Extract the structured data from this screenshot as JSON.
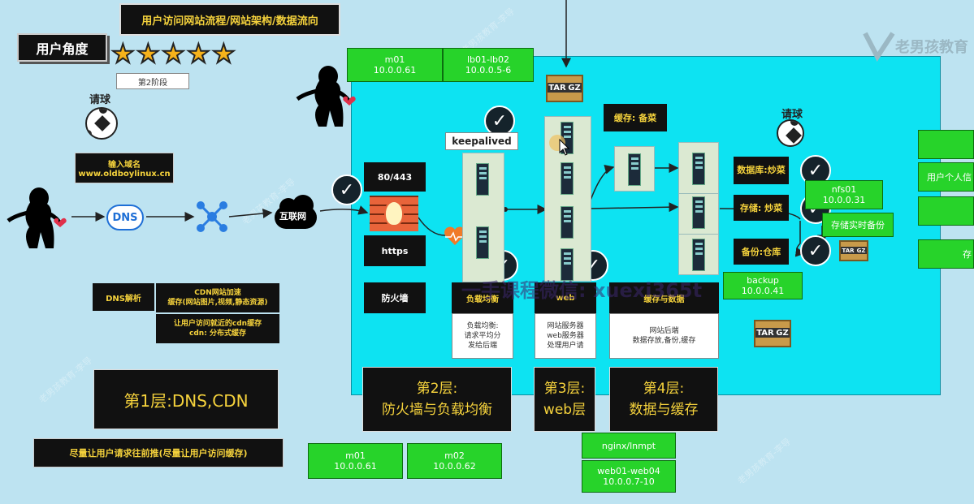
{
  "title": "用户访问网站流程/网站架构/数据流向",
  "user_perspective": "用户角度",
  "stage_label": "第2阶段",
  "rating_stars": 5,
  "request_ball_left": "请球",
  "request_ball_right": "请球",
  "input_domain": {
    "line1": "输入域名",
    "line2": "www.oldboylinux.cn"
  },
  "dns_icon_label": "DNS",
  "internet_label": "互联网",
  "port_label": "80/443",
  "https_label": "https",
  "firewall_label": "防火墙",
  "keepalived_label": "keepalived",
  "cache_label": "缓存: 备菜",
  "tar_icon": {
    "left": "TAR",
    "right": "GZ"
  },
  "top_boxes": [
    {
      "name": "m01",
      "ip": "10.0.0.61"
    },
    {
      "name": "lb01-lb02",
      "ip": "10.0.0.5-6"
    }
  ],
  "dns_notes": {
    "dns_resolve": "DNS解析",
    "cdn_line1": "CDN网站加速",
    "cdn_line2": "缓存(网站图片,视频,静态资源)",
    "cdn_line3": "让用户访问就近的cdn缓存",
    "cdn_line4": "cdn: 分布式缓存"
  },
  "layer_headers": {
    "lb": "负载均衡",
    "web": "web",
    "data": "缓存与数据"
  },
  "layer_desc": {
    "lb": [
      "负载均衡:",
      "请求平均分",
      "发给后端"
    ],
    "web": [
      "网站服务器",
      "web服务器",
      "处理用户请"
    ],
    "data": [
      "网站后端",
      "数据存放,备份,缓存"
    ]
  },
  "right_labels": {
    "db": "数据库:炒菜",
    "storage": "存储: 炒菜",
    "backup": "备份:仓库"
  },
  "nfs_box": {
    "name": "nfs01",
    "ip": "10.0.0.31"
  },
  "nfs_note": "存储实时备份",
  "backup_box": {
    "name": "backup",
    "ip": "10.0.0.41"
  },
  "right_edge": {
    "item2": "用户个人信",
    "item4": "存"
  },
  "layers": {
    "l1": "第1层:DNS,CDN",
    "l2_line1": "第2层:",
    "l2_line2": "防火墙与负载均衡",
    "l3_line1": "第3层:",
    "l3_line2": "web层",
    "l4_line1": "第4层:",
    "l4_line2": "数据与缓存"
  },
  "bottom_tip": "尽量让用户请求往前推(尽量让用户访问缓存)",
  "bottom_boxes": [
    {
      "name": "m01",
      "ip": "10.0.0.61"
    },
    {
      "name": "m02",
      "ip": "10.0.0.62"
    }
  ],
  "web_boxes": {
    "nginx": "nginx/lnmpt",
    "web_name": "web01-web04",
    "web_ip": "10.0.0.7-10"
  },
  "watermark_logo": "老男孩教育",
  "watermark_overlay": "一手课程微信: xuexi365t",
  "watermark_small": "老男孩教育-李导",
  "colors": {
    "canvas": "#bde3f1",
    "network_zone": "#0de3f2",
    "green_box": "#27d32a",
    "dark_box": "#111111",
    "layer_text": "#f5d23c"
  }
}
